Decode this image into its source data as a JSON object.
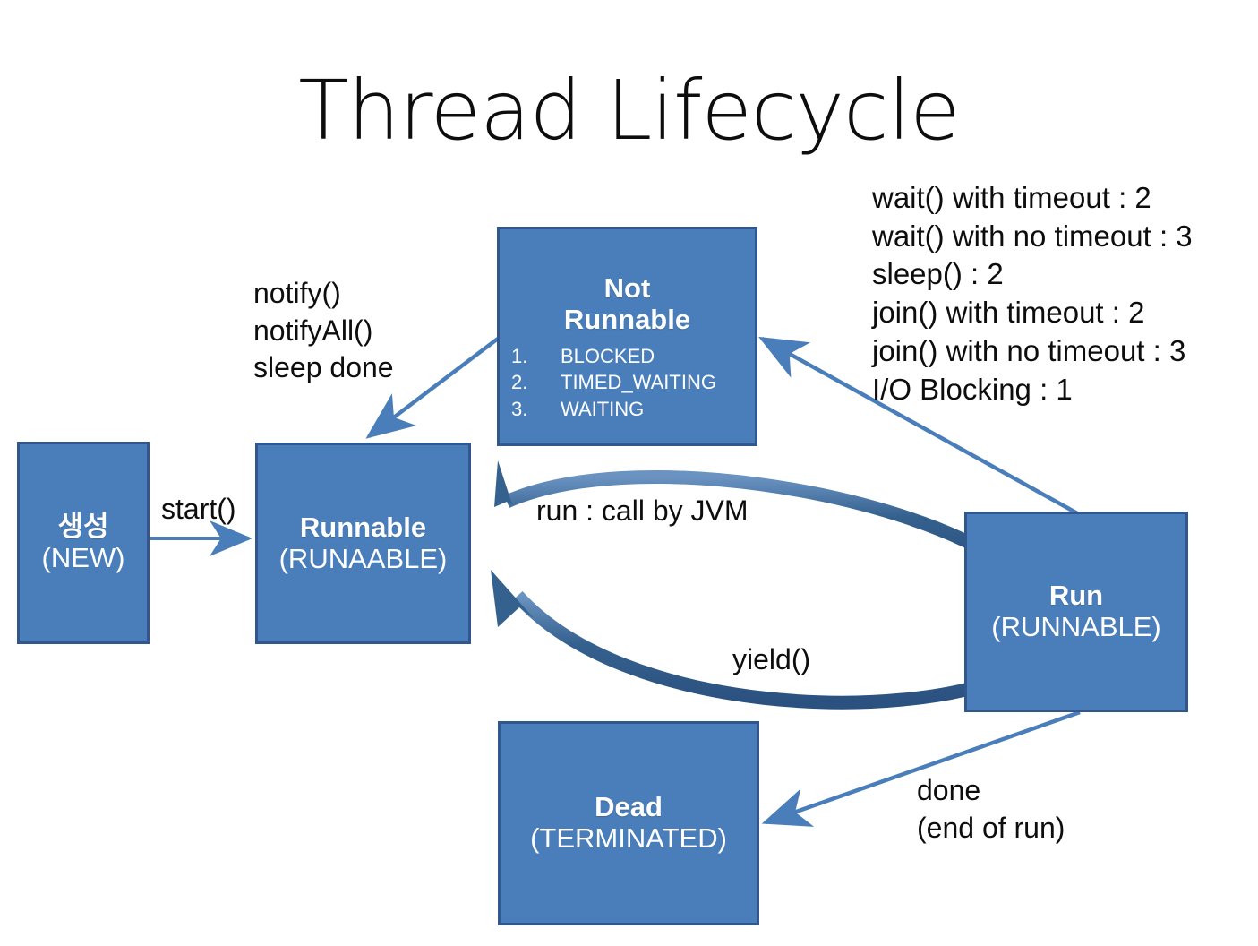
{
  "slide": {
    "title": "Thread Lifecycle",
    "background": "#FFFFFF",
    "box_fill": "#4A7EBB",
    "box_border": "#31578E",
    "arrow_color": "#4A7EBB",
    "thick_arrow_color": "#35618F",
    "text_color": "#0D0D0D"
  },
  "states": {
    "new": {
      "title": "생성",
      "subtitle": "(NEW)"
    },
    "runnable": {
      "title": "Runnable",
      "subtitle": "(RUNAABLE)"
    },
    "not_runnable": {
      "title_line1": "Not",
      "title_line2": "Runnable",
      "items": [
        {
          "num": "1.",
          "text": "BLOCKED"
        },
        {
          "num": "2.",
          "text": "TIMED_WAITING"
        },
        {
          "num": "3.",
          "text": "WAITING"
        }
      ]
    },
    "run": {
      "title": "Run",
      "subtitle": "(RUNNABLE)"
    },
    "dead": {
      "title": "Dead",
      "subtitle": "(TERMINATED)"
    }
  },
  "transitions": {
    "start": "start()",
    "notify": "notify()\nnotifyAll()\nsleep done",
    "blocking_causes": "wait() with timeout : 2\nwait() with no timeout : 3\nsleep() : 2\njoin() with timeout : 2\njoin() with no timeout : 3\nI/O Blocking : 1",
    "run_jvm": "run : call by JVM",
    "yield": "yield()",
    "done": "done\n(end of run)"
  }
}
